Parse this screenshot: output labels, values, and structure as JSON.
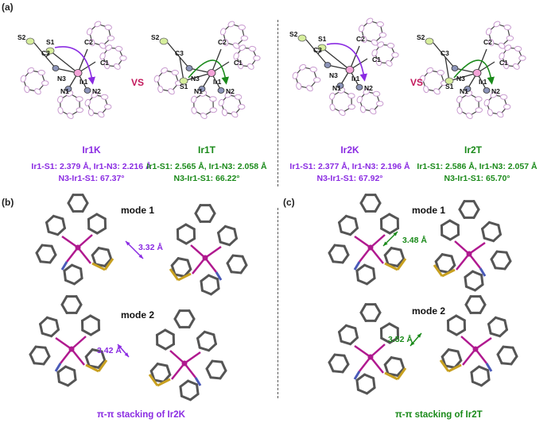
{
  "panels": {
    "a": "(a)",
    "b": "(b)",
    "c": "(c)"
  },
  "a": {
    "vs1": "VS",
    "vs2": "VS",
    "complexes": [
      {
        "name": "Ir1K",
        "line1": "Ir1-S1: 2.379 Å, Ir1-N3: 2.216 Å",
        "line2": "N3-Ir1-S1: 67.37°"
      },
      {
        "name": "Ir1T",
        "line1": "Ir1-S1: 2.565 Å, Ir1-N3: 2.058 Å",
        "line2": "N3-Ir1-S1: 66.22°"
      },
      {
        "name": "Ir2K",
        "line1": "Ir1-S1: 2.377 Å, Ir1-N3: 2.196 Å",
        "line2": "N3-Ir1-S1: 67.92°"
      },
      {
        "name": "Ir2T",
        "line1": "Ir1-S1: 2.586 Å, Ir1-N3: 2.057 Å",
        "line2": "N3-Ir1-S1: 65.70°"
      }
    ],
    "atoms": {
      "S1": "S1",
      "S2": "S2",
      "C1": "C1",
      "C2": "C2",
      "C3": "C3",
      "N1": "N1",
      "N2": "N2",
      "N3": "N3",
      "Ir1": "Ir1"
    }
  },
  "b": {
    "mode1": "mode 1",
    "mode2": "mode 2",
    "d1": "3.32 Å",
    "d2": "3.42 Å",
    "caption": "π-π stacking of Ir2K"
  },
  "c": {
    "mode1": "mode 1",
    "mode2": "mode 2",
    "d1": "3.48 Å",
    "d2": "3.52 Å",
    "caption": "π-π stacking of Ir2T"
  },
  "colors": {
    "purple": "#8a2be2",
    "green": "#1a8a1a",
    "vs": "#c2185b",
    "ir": "#b0198f",
    "sulfur": "#c8a020",
    "nitrogen": "#4a5ab8",
    "carbon": "#555555"
  }
}
